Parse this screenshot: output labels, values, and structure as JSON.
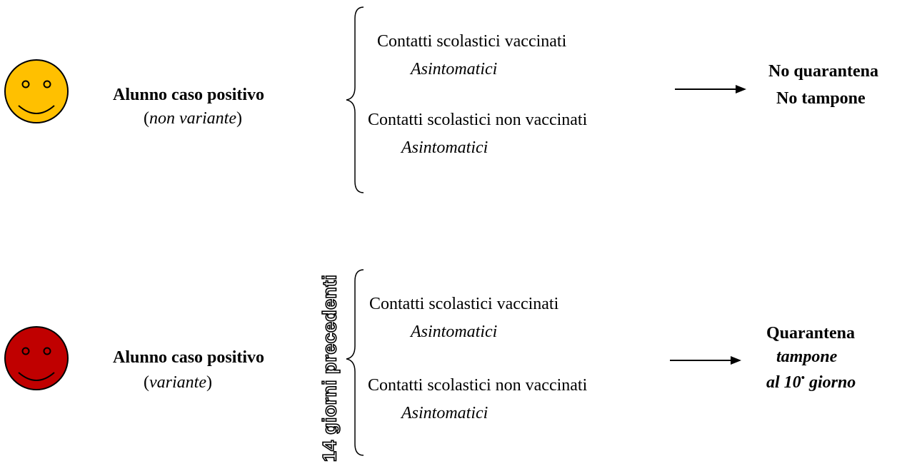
{
  "sections": [
    {
      "face_color": "#FFC000",
      "case_label": "Alunno caso positivo",
      "variant_open": "(",
      "variant_text": "non variante",
      "variant_close": ")",
      "contacts": [
        {
          "label": "Contatti scolastici vaccinati",
          "status": "Asintomatici"
        },
        {
          "label": "Contatti scolastici non vaccinati",
          "status": "Asintomatici"
        }
      ],
      "outcome": [
        "No quarantena",
        "No tampone"
      ]
    },
    {
      "face_color": "#C00000",
      "case_label": "Alunno caso positivo",
      "variant_open": "(",
      "variant_text": "variante",
      "variant_close": ")",
      "side_note": "14 giorni precedenti",
      "contacts": [
        {
          "label": "Contatti scolastici vaccinati",
          "status": "Asintomatici"
        },
        {
          "label": "Contatti scolastici non vaccinati",
          "status": "Asintomatici"
        }
      ],
      "outcome_title": "Quarantena",
      "outcome_line2": "tampone",
      "outcome_line3_prefix": "al 10",
      "outcome_line3_mark": "•",
      "outcome_line3_suffix": " giorno"
    }
  ]
}
